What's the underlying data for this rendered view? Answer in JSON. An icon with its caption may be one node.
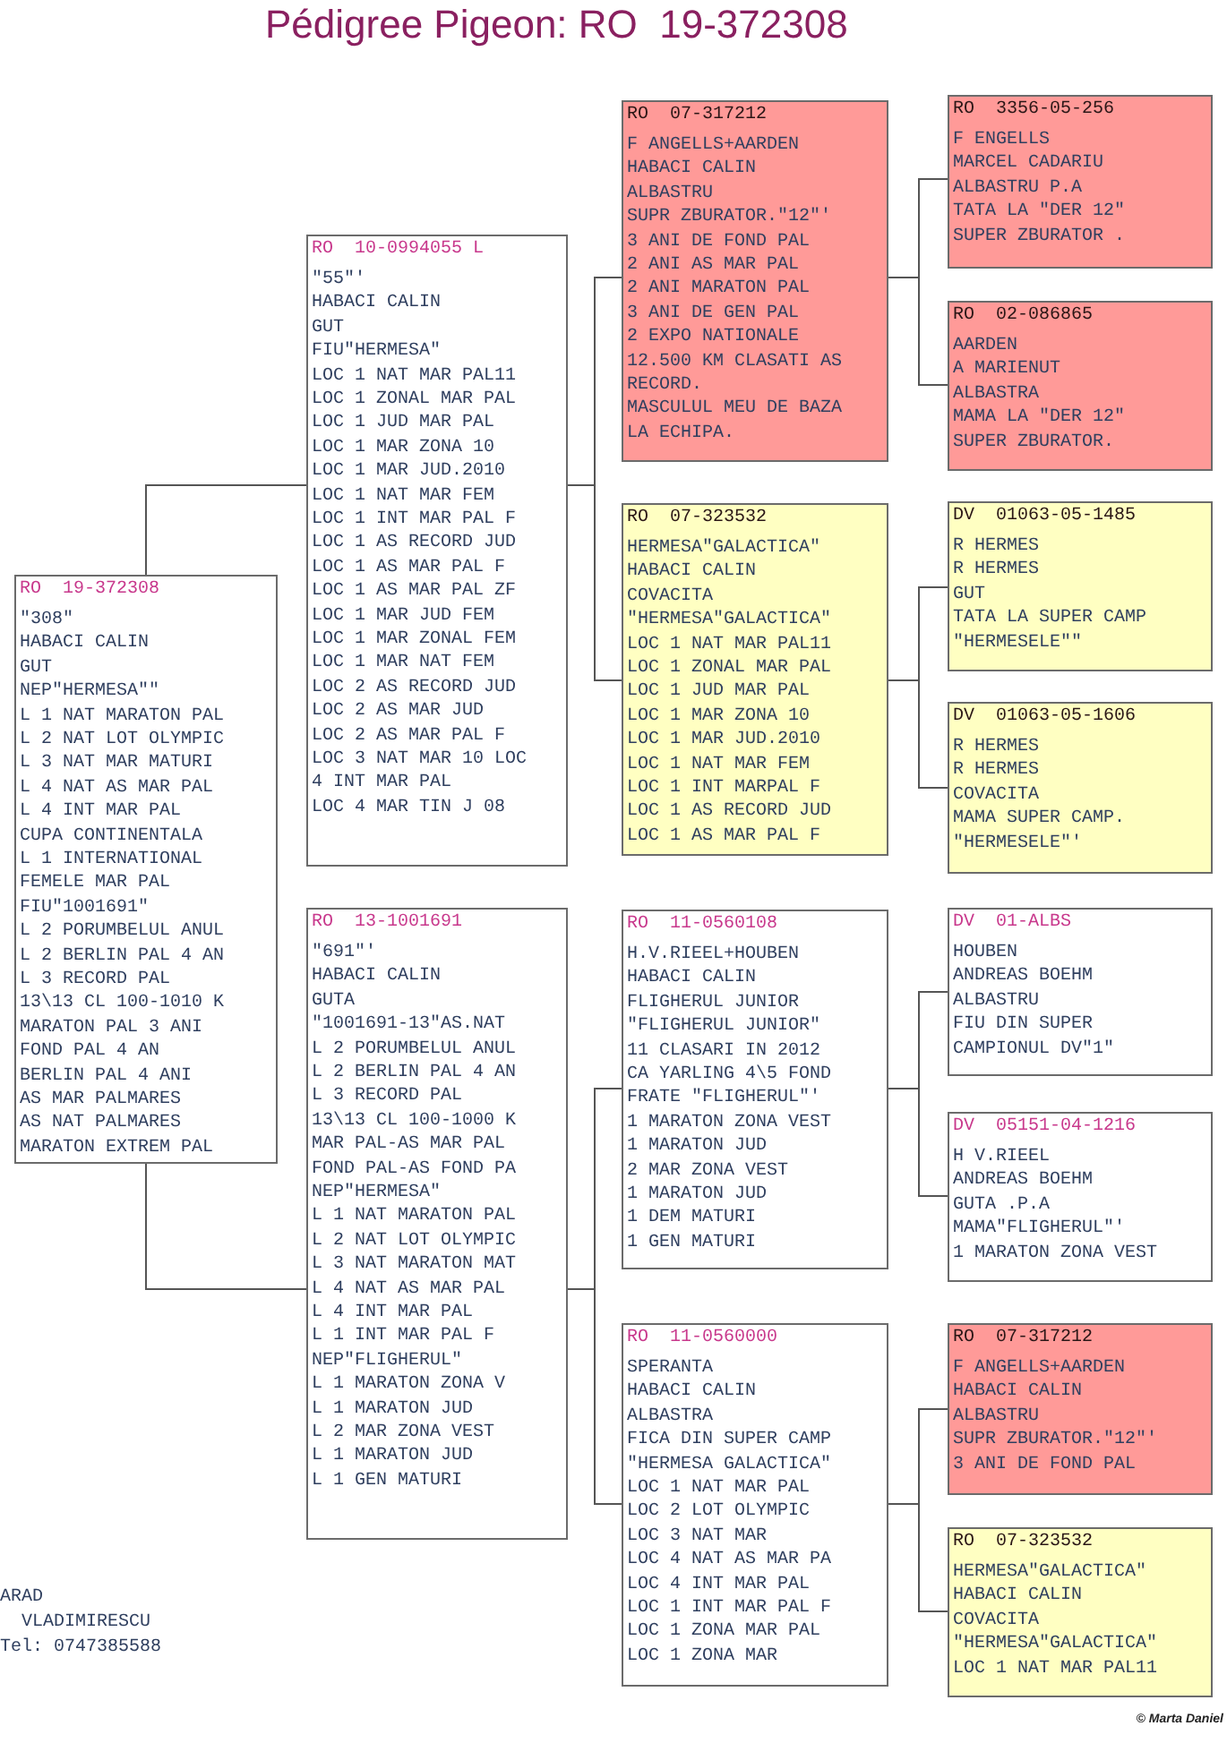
{
  "diagram": {
    "title": "Pédigree Pigeon: RO  19-372308",
    "nodes": [
      {
        "text": [
          "RO  19-372308",
          "\"308\"",
          "HABACI CALIN",
          "GUT",
          "NEP\"HERMESA\"\"",
          "L 1 NAT MARATON PAL",
          "L 2 NAT LOT OLYMPIC",
          "L 3 NAT MAR MATURI",
          "L 4 NAT AS MAR PAL",
          "L 4 INT MAR PAL",
          "CUPA CONTINENTALA",
          "L 1 INTERNATIONAL",
          "FEMELE MAR PAL",
          "FIU\"1001691\"",
          "L 2 PORUMBELUL ANUL",
          "L 2 BERLIN PAL 4 AN",
          "L 3 RECORD PAL",
          "13\\13 CL 100-1010 K",
          "MARATON PAL 3 ANI",
          "FOND PAL 4 AN",
          "BERLIN PAL 4 ANI",
          "AS MAR PALMARES",
          "AS NAT PALMARES",
          "MARATON EXTREM PAL"
        ]
      },
      {
        "text": [
          "RO  10-0994055 L",
          "\"55\"'",
          "HABACI CALIN",
          "GUT",
          "FIU\"HERMESA\"",
          "LOC 1 NAT MAR PAL11",
          "LOC 1 ZONAL MAR PAL",
          "LOC 1 JUD MAR PAL",
          "LOC 1 MAR ZONA 10",
          "LOC 1 MAR JUD.2010",
          "LOC 1 NAT MAR FEM",
          "LOC 1 INT MAR PAL F",
          "LOC 1 AS RECORD JUD",
          "LOC 1 AS MAR PAL F",
          "LOC 1 AS MAR PAL ZF",
          "LOC 1 MAR JUD FEM",
          "LOC 1 MAR ZONAL FEM",
          "LOC 1 MAR NAT FEM",
          "LOC 2 AS RECORD JUD",
          "LOC 2 AS MAR JUD",
          "LOC 2 AS MAR PAL F",
          "LOC 3 NAT MAR 10 LOC",
          "4 INT MAR PAL",
          "LOC 4 MAR TIN J 08"
        ]
      },
      {
        "text": [
          "RO  13-1001691",
          "\"691\"'",
          "HABACI CALIN",
          "GUTA",
          "\"1001691-13\"AS.NAT",
          "L 2 PORUMBELUL ANUL",
          "L 2 BERLIN PAL 4 AN",
          "L 3 RECORD PAL",
          "13\\13 CL 100-1000 K",
          "MAR PAL-AS MAR PAL",
          "FOND PAL-AS FOND PA",
          "NEP\"HERMESA\"",
          "L 1 NAT MARATON PAL",
          "L 2 NAT LOT OLYMPIC",
          "L 3 NAT MARATON MAT",
          "L 4 NAT AS MAR PAL",
          "L 4 INT MAR PAL",
          "L 1 INT MAR PAL F",
          "NEP\"FLIGHERUL\"",
          "L 1 MARATON ZONA V",
          "L 1 MARATON JUD",
          "L 2 MAR ZONA VEST",
          "L 1 MARATON JUD",
          "L 1 GEN MATURI"
        ]
      },
      {
        "text": [
          "RO  07-317212",
          "F ANGELLS+AARDEN",
          "HABACI CALIN",
          "ALBASTRU",
          "SUPR ZBURATOR.\"12\"'",
          "3 ANI DE FOND PAL",
          "2 ANI AS MAR PAL",
          "2 ANI MARATON PAL",
          "3 ANI DE GEN PAL",
          "2 EXPO NATIONALE",
          "12.500 KM CLASATI AS",
          "RECORD.",
          "MASCULUL MEU DE BAZA",
          "LA ECHIPA."
        ]
      },
      {
        "text": [
          "RO  07-323532",
          "HERMESA\"GALACTICA\"",
          "HABACI CALIN",
          "COVACITA",
          "\"HERMESA\"GALACTICA\"",
          "LOC 1 NAT MAR PAL11",
          "LOC 1 ZONAL MAR PAL",
          "LOC 1 JUD MAR PAL",
          "LOC 1 MAR ZONA 10",
          "LOC 1 MAR JUD.2010",
          "LOC 1 NAT MAR FEM",
          "LOC 1 INT MARPAL F",
          "LOC 1 AS RECORD JUD",
          "LOC 1 AS MAR PAL F"
        ]
      },
      {
        "text": [
          "RO  11-0560108",
          "H.V.RIEEL+HOUBEN",
          "HABACI CALIN",
          "FLIGHERUL JUNIOR",
          "\"FLIGHERUL JUNIOR\"",
          "11 CLASARI IN 2012",
          "CA YARLING 4\\5 FOND",
          "FRATE \"FLIGHERUL\"'",
          "1 MARATON ZONA VEST",
          "1 MARATON JUD",
          "2 MAR ZONA VEST",
          "1 MARATON JUD",
          "1 DEM MATURI",
          "1 GEN MATURI"
        ]
      },
      {
        "text": [
          "RO  11-0560000",
          "SPERANTA",
          "HABACI CALIN",
          "ALBASTRA",
          "FICA DIN SUPER CAMP",
          "\"HERMESA GALACTICA\"",
          "LOC 1 NAT MAR PAL",
          "LOC 2 LOT OLYMPIC",
          "LOC 3 NAT MAR",
          "LOC 4 NAT AS MAR PA",
          "LOC 4 INT MAR PAL",
          "LOC 1 INT MAR PAL F",
          "LOC 1 ZONA MAR PAL",
          "LOC 1 ZONA MAR"
        ]
      },
      {
        "text": [
          "RO  3356-05-256",
          "F ENGELLS",
          "MARCEL CADARIU",
          "ALBASTRU P.A",
          "TATA LA \"DER 12\"",
          "SUPER ZBURATOR ."
        ]
      },
      {
        "text": [
          "RO  02-086865",
          "AARDEN",
          "A MARIENUT",
          "ALBASTRA",
          "MAMA LA \"DER 12\"",
          "SUPER ZBURATOR."
        ]
      },
      {
        "text": [
          "DV  01063-05-1485",
          "R HERMES",
          "R HERMES",
          "GUT",
          "TATA LA SUPER CAMP",
          "\"HERMESELE\"\""
        ]
      },
      {
        "text": [
          "DV  01063-05-1606",
          "R HERMES",
          "R HERMES",
          "COVACITA",
          "MAMA SUPER CAMP.",
          "\"HERMESELE\"'"
        ]
      },
      {
        "text": [
          "DV  01-ALBS",
          "HOUBEN",
          "ANDREAS BOEHM",
          "ALBASTRU",
          "FIU DIN SUPER",
          "CAMPIONUL DV\"1\""
        ]
      },
      {
        "text": [
          "DV  05151-04-1216",
          "H V.RIEEL",
          "ANDREAS BOEHM",
          "GUTA .P.A",
          "MAMA\"FLIGHERUL\"'",
          "1 MARATON ZONA VEST"
        ]
      },
      {
        "text": [
          "RO  07-317212",
          "F ANGELLS+AARDEN",
          "HABACI CALIN",
          "ALBASTRU",
          "SUPR ZBURATOR.\"12\"'",
          "3 ANI DE FOND PAL"
        ]
      },
      {
        "text": [
          "RO  07-323532",
          "HERMESA\"GALACTICA\"",
          "HABACI CALIN",
          "COVACITA",
          "\"HERMESA\"GALACTICA\"",
          "LOC 1 NAT MAR PAL11"
        ]
      }
    ],
    "edges": [
      {
        "from": 0,
        "to": 1,
        "arrow": "none"
      },
      {
        "from": 0,
        "to": 2,
        "arrow": "none"
      },
      {
        "from": 1,
        "to": 3,
        "arrow": "none"
      },
      {
        "from": 1,
        "to": 4,
        "arrow": "none"
      },
      {
        "from": 2,
        "to": 5,
        "arrow": "none"
      },
      {
        "from": 2,
        "to": 6,
        "arrow": "none"
      },
      {
        "from": 3,
        "to": 7,
        "arrow": "none"
      },
      {
        "from": 3,
        "to": 8,
        "arrow": "none"
      },
      {
        "from": 4,
        "to": 9,
        "arrow": "none"
      },
      {
        "from": 4,
        "to": 10,
        "arrow": "none"
      },
      {
        "from": 5,
        "to": 11,
        "arrow": "none"
      },
      {
        "from": 5,
        "to": 12,
        "arrow": "none"
      },
      {
        "from": 6,
        "to": 13,
        "arrow": "none"
      },
      {
        "from": 6,
        "to": 14,
        "arrow": "none"
      }
    ],
    "labels": [
      "ARAD",
      "VLADIMIRESCU",
      "Tel: 0747385588",
      "© Marta Daniel"
    ]
  }
}
